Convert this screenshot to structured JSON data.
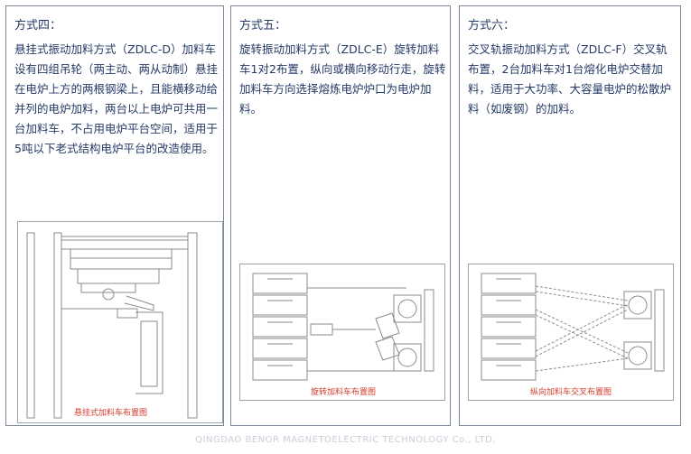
{
  "panels": [
    {
      "title": "方式四：",
      "body": "悬挂式振动加料方式（ZDLC-D）加料车设有四组吊轮（两主动、两从动制）悬挂在电炉上方的两根钢梁上，且能横移动给并列的电炉加料，两台以上电炉可共用一台加料车，不占用电炉平台空间，适用于5吨以下老式结构电炉平台的改造使用。",
      "caption": "悬挂式加料车布置图"
    },
    {
      "title": "方式五：",
      "body": "旋转振动加料方式（ZDLC-E）旋转加料车1对2布置，纵向或横向移动行走，旋转加料车方向选择熔炼电炉炉口为电炉加料。",
      "caption": "旋转加料车布置图"
    },
    {
      "title": "方式六：",
      "body": "交叉轨振动加料方式（ZDLC-F）交叉轨布置，2台加料车对1台熔化电炉交替加料，适用于大功率、大容量电炉的松散炉料（如废钢）的加料。",
      "caption": "纵向加料车交叉布置图"
    }
  ],
  "footer": "QINGDAO BENOR MAGNETOELECTRIC TECHNOLOGY Co., LTD."
}
